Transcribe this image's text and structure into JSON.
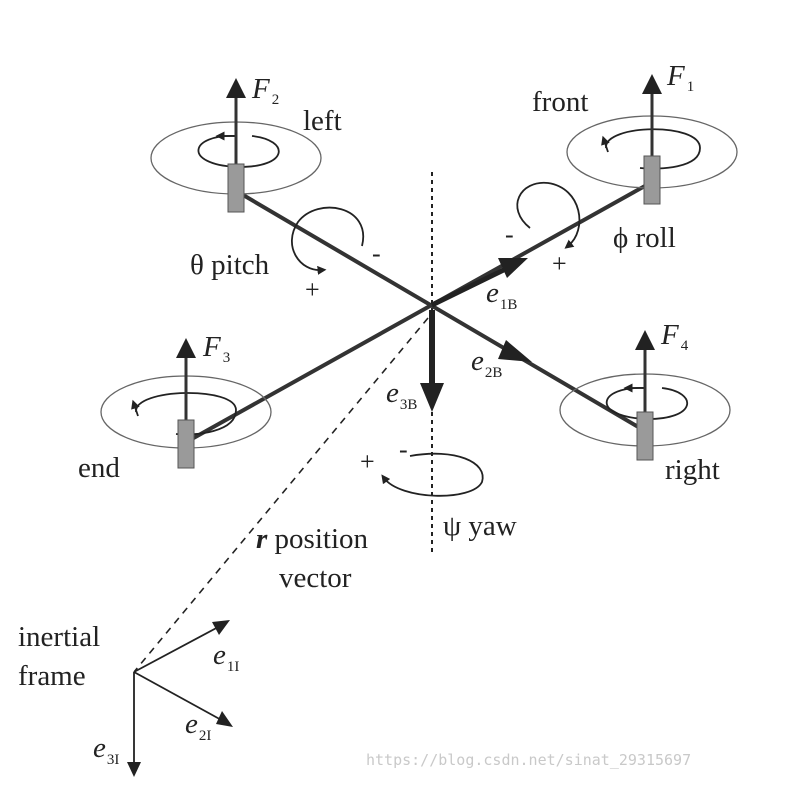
{
  "labels": {
    "F1_main": "F",
    "F1_sub": "1",
    "F2_main": "F",
    "F2_sub": "2",
    "F3_main": "F",
    "F3_sub": "3",
    "F4_main": "F",
    "F4_sub": "4",
    "front": "front",
    "left": "left",
    "right": "right",
    "end": "end",
    "pitch": "θ pitch",
    "roll": "ϕ roll",
    "yaw": "ψ yaw",
    "e1B_main": "e",
    "e1B_sub": "1B",
    "e2B_main": "e",
    "e2B_sub": "2B",
    "e3B_main": "e",
    "e3B_sub": "3B",
    "e1I_main": "e",
    "e1I_sub": "1I",
    "e2I_main": "e",
    "e2I_sub": "2I",
    "e3I_main": "e",
    "e3I_sub": "3I",
    "position_r": "r",
    "position_rest": " position",
    "position_line2": "vector",
    "inertial_line1": "inertial",
    "inertial_line2": "frame",
    "plus": "+",
    "minus": "-"
  },
  "watermark": "https://blog.csdn.net/sinat_29315697"
}
